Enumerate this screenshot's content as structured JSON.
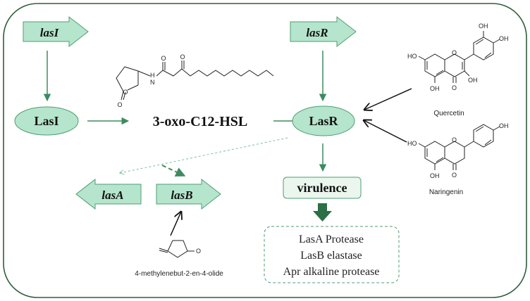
{
  "genes": {
    "lasI": "lasI",
    "lasR": "lasR",
    "lasA": "lasA",
    "lasB": "lasB"
  },
  "proteins": {
    "LasI": "LasI",
    "LasR": "LasR"
  },
  "signal": "3-oxo-C12-HSL",
  "virulence": {
    "label": "virulence",
    "factors": [
      "LasA Protease",
      "LasB elastase",
      "Apr alkaline protease"
    ]
  },
  "inhibitors": {
    "quercetin": "Quercetin",
    "naringenin": "Naringenin",
    "methylenebutenolide": "4-methylenebut-2-en-4-olide"
  },
  "atoms": {
    "O": "O",
    "N": "N",
    "H": "H",
    "OH": "OH",
    "HO": "HO"
  },
  "colors": {
    "shape_fill": "#b5e5cc",
    "shape_stroke": "#4f9d73",
    "arrow_green": "#3d8b5f",
    "dark_arrow": "#2c6e45",
    "frame": "#2f5e3c"
  }
}
